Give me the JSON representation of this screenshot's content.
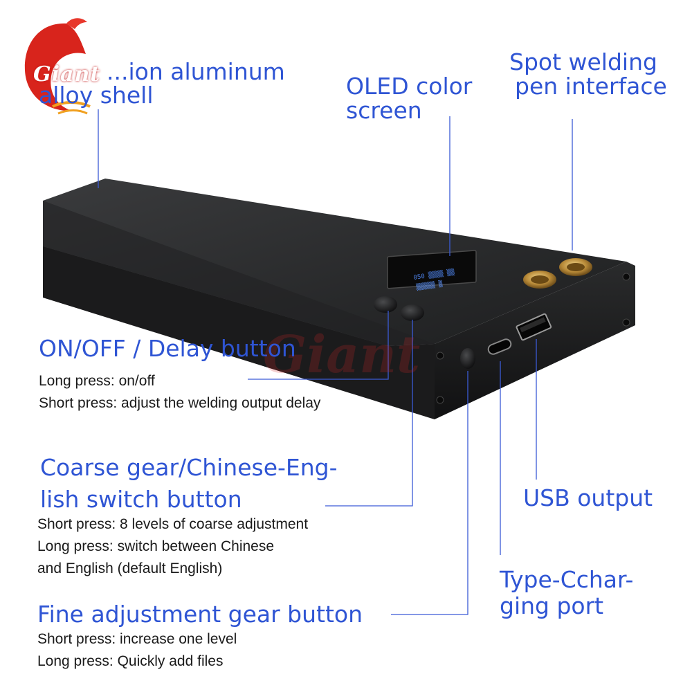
{
  "brand": {
    "logo_text": "Giant",
    "watermark_text": "Giant"
  },
  "colors": {
    "label_blue": "#2f55d4",
    "device_body": "#232425",
    "accent_red": "#d81e1e"
  },
  "callouts": {
    "shell": {
      "title_lines": [
        "...ion aluminum",
        "alloy shell"
      ]
    },
    "oled": {
      "title_lines": [
        "OLED color",
        "screen"
      ]
    },
    "pen": {
      "title_lines": [
        "Spot welding",
        "pen interface"
      ]
    },
    "power": {
      "title": "ON/OFF / Delay button",
      "desc": [
        "Long press: on/off",
        "Short press: adjust the welding output delay"
      ]
    },
    "coarse": {
      "title_lines": [
        "Coarse gear/Chinese-Eng-",
        "lish switch button"
      ],
      "desc": [
        "Short press: 8 levels of coarse adjustment",
        "Long press: switch between Chinese",
        "and English (default English)"
      ]
    },
    "usb": {
      "title": "USB output"
    },
    "typec": {
      "title_lines": [
        "Type-Cchar-",
        "ging port"
      ]
    },
    "fine": {
      "title": "Fine adjustment gear button",
      "desc": [
        "Short press: increase one level",
        "Long press: Quickly add files"
      ]
    }
  }
}
